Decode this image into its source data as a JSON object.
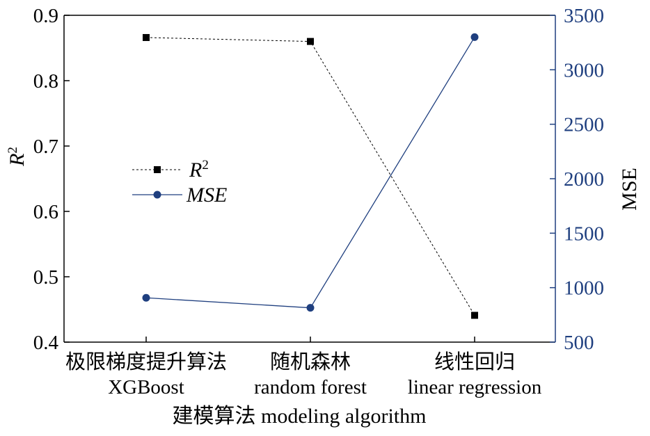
{
  "chart_data": {
    "type": "line",
    "title": "",
    "categories": [
      [
        "极限梯度提升算法",
        "XGBoost"
      ],
      [
        "随机森林",
        "random forest"
      ],
      [
        "线性回归",
        "linear regression"
      ]
    ],
    "xlabel": "建模算法 modeling algorithm",
    "ylabel_left": "R",
    "ylabel_left_sup": "2",
    "ylabel_right": "MSE",
    "ylim_left": [
      0.4,
      0.9
    ],
    "yticks_left": [
      "0.4",
      "0.5",
      "0.6",
      "0.7",
      "0.8",
      "0.9"
    ],
    "ylim_right": [
      500,
      3500
    ],
    "yticks_right": [
      "500",
      "1000",
      "1500",
      "2000",
      "2500",
      "3000",
      "3500"
    ],
    "grid": false,
    "legend_position": "middle-left",
    "series": [
      {
        "name": "R",
        "name_sup": "2",
        "axis": "left",
        "marker": "square",
        "line_style": "dashed",
        "color": "#000000",
        "values": [
          0.866,
          0.86,
          0.441
        ]
      },
      {
        "name": "MSE",
        "axis": "right",
        "marker": "circle",
        "line_style": "solid",
        "color": "#1f3f7f",
        "values": [
          907,
          815,
          3300
        ]
      }
    ],
    "right_axis_color": "#1f3f7f"
  }
}
